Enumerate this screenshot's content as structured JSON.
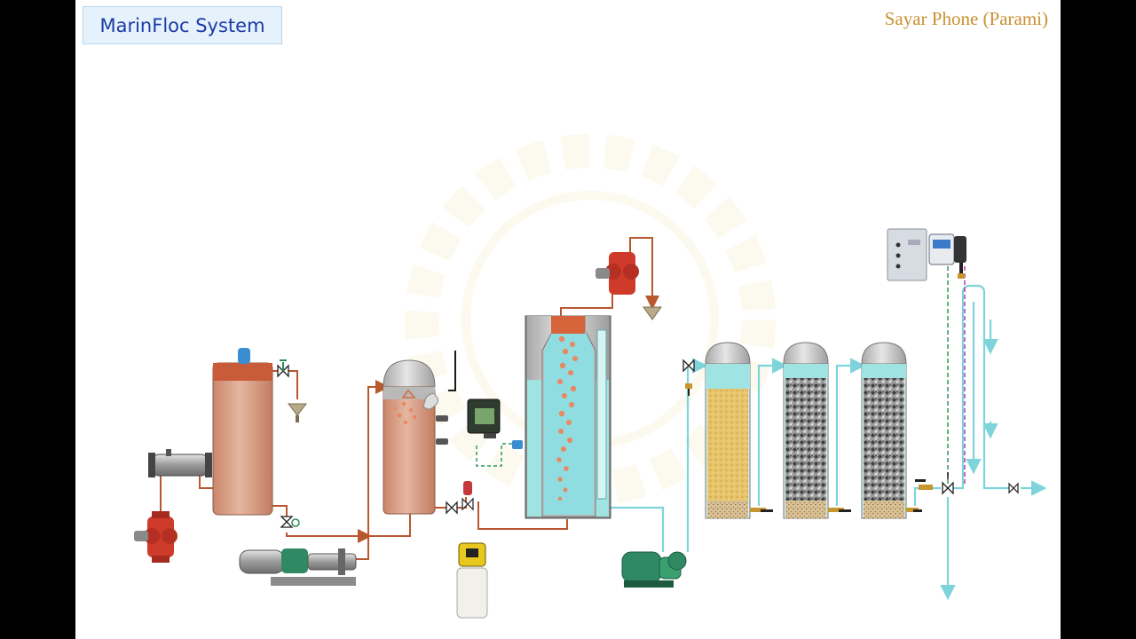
{
  "title": "MarinFloc System",
  "author": "Sayar Phone (Parami)",
  "colors": {
    "oily_pipe": "#b9572f",
    "clean_pipe": "#7fd4dc",
    "tank_body": "#d9a088",
    "tank_dome": "#bdbdbd",
    "water": "#9fe3e3",
    "sand": "#e7c46a",
    "pump_red": "#cf3b2a",
    "motor_green": "#2f8a64"
  },
  "components": [
    {
      "id": "feed-pump",
      "icon": "diaphragm-pump-icon"
    },
    {
      "id": "heat-exchanger",
      "icon": "heat-exchanger-icon"
    },
    {
      "id": "settling-tank",
      "icon": "tank-icon"
    },
    {
      "id": "screw-pump",
      "icon": "progressive-cavity-pump-icon"
    },
    {
      "id": "mixing-tank",
      "icon": "tank-icon"
    },
    {
      "id": "dosing-pump",
      "icon": "dosing-pump-icon"
    },
    {
      "id": "flotation-unit",
      "icon": "flotation-tank-icon"
    },
    {
      "id": "sludge-pump",
      "icon": "diaphragm-pump-icon"
    },
    {
      "id": "booster-pump",
      "icon": "centrifugal-pump-icon"
    },
    {
      "id": "sand-filter",
      "icon": "filter-column-icon"
    },
    {
      "id": "carbon-filter-1",
      "icon": "filter-column-icon"
    },
    {
      "id": "carbon-filter-2",
      "icon": "filter-column-icon"
    },
    {
      "id": "oil-content-monitor",
      "icon": "control-panel-icon"
    }
  ]
}
